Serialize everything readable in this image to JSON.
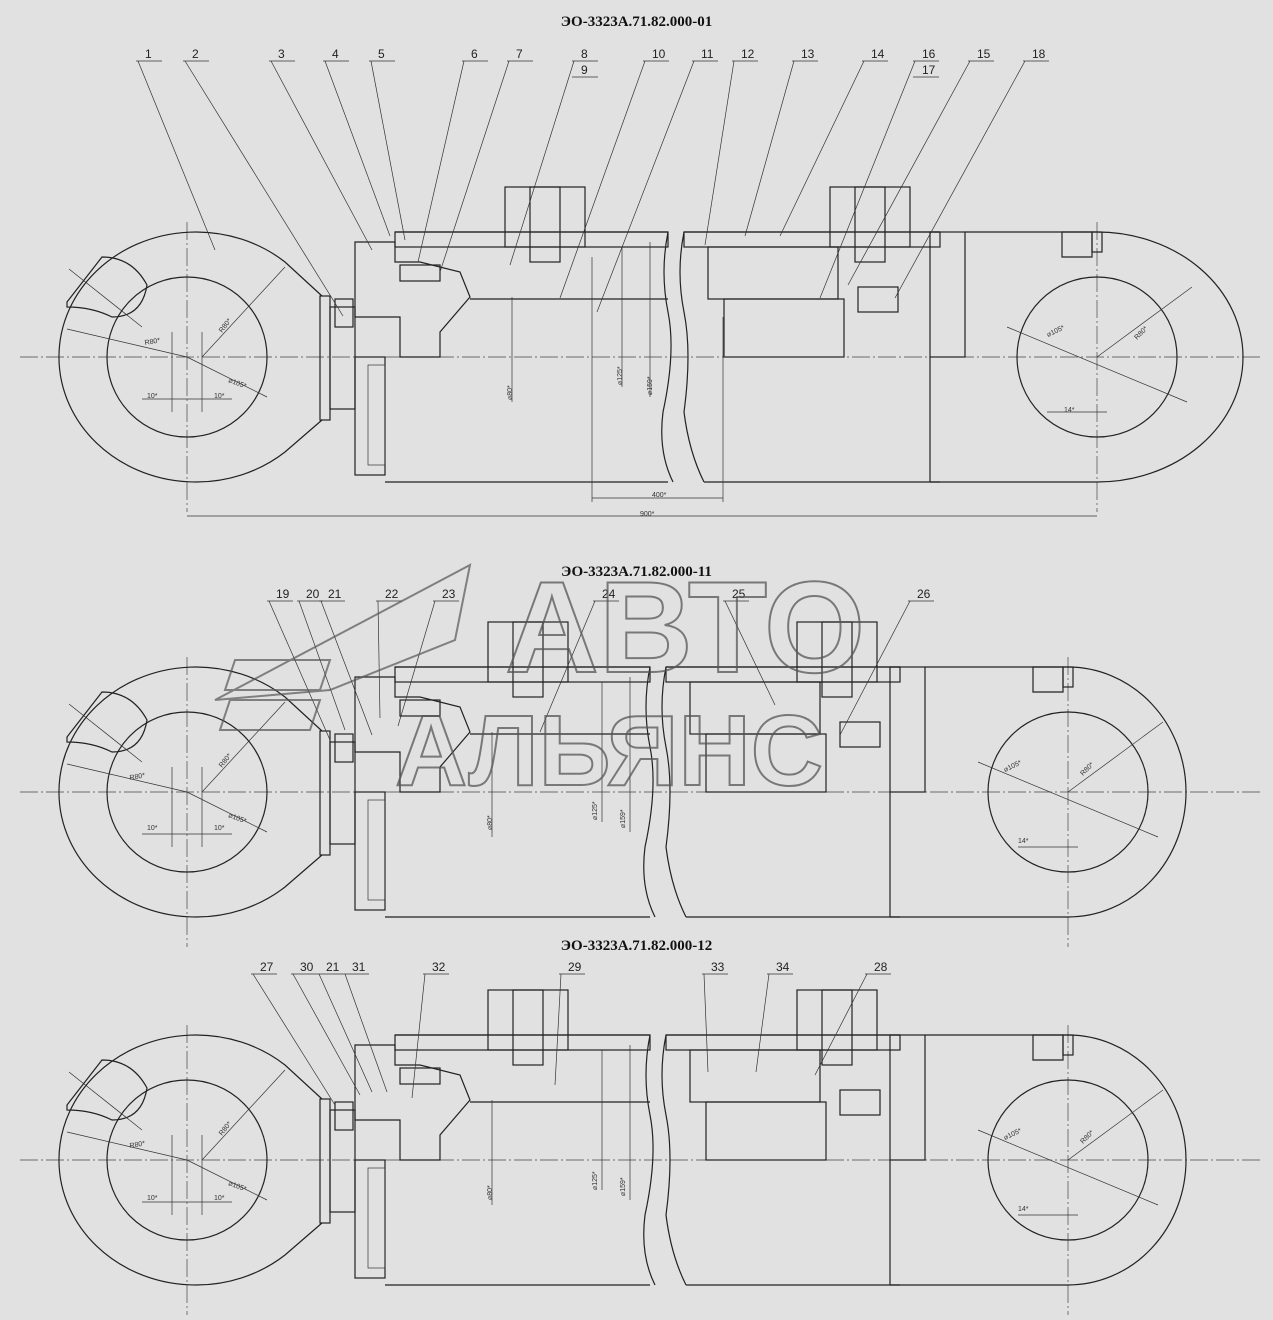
{
  "views": [
    {
      "title": "ЭО-3323А.71.82.000-01",
      "labels": [
        "1",
        "2",
        "3",
        "4",
        "5",
        "6",
        "7",
        "8",
        "9",
        "10",
        "11",
        "12",
        "13",
        "14",
        "16",
        "17",
        "15",
        "18"
      ],
      "dims": [
        "R80*",
        "R80*",
        "⌀105*",
        "10*",
        "10*",
        "⌀80*",
        "⌀125*",
        "⌀159*",
        "400*",
        "900*",
        "⌀105*",
        "R80*",
        "14*"
      ]
    },
    {
      "title": "ЭО-3323А.71.82.000-11",
      "labels": [
        "19",
        "20",
        "21",
        "22",
        "23",
        "24",
        "25",
        "26"
      ],
      "dims": [
        "R80*",
        "R80*",
        "⌀105*",
        "10*",
        "10*",
        "⌀80*",
        "⌀125*",
        "⌀159*",
        "⌀105*",
        "R80*",
        "14*"
      ]
    },
    {
      "title": "ЭО-3323А.71.82.000-12",
      "labels": [
        "27",
        "30",
        "21",
        "31",
        "32",
        "29",
        "33",
        "34",
        "28"
      ],
      "dims": [
        "R80*",
        "R80*",
        "⌀105*",
        "10*",
        "10*",
        "⌀80*",
        "⌀125*",
        "⌀159*",
        "⌀105*",
        "R80*",
        "14*"
      ]
    }
  ],
  "watermark": {
    "line1": "АВТО",
    "line2": "АЛЬЯНС"
  }
}
